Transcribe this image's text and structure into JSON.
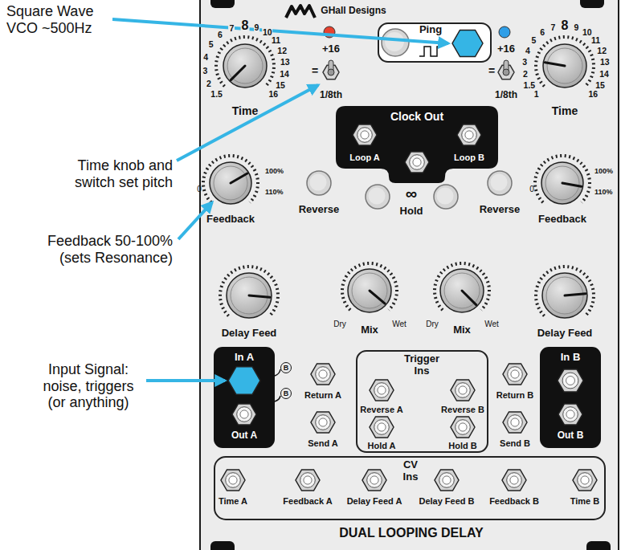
{
  "diagram": {
    "nodes": [
      {
        "text": [
          "Ping"
        ]
      },
      {
        "text": [
          "Clock Out",
          "Loop A",
          "Loop B"
        ]
      },
      {
        "text": [
          "In A",
          "Out A"
        ]
      },
      {
        "text": [
          "Trigger Ins",
          "Reverse A",
          "Reverse B",
          "Hold A",
          "Hold B"
        ]
      },
      {
        "text": [
          "In B",
          "Out B"
        ]
      },
      {
        "text": [
          "CV Ins",
          "Time A",
          "Feedback A",
          "Delay Feed A",
          "Delay Feed B",
          "Feedback B",
          "Time B"
        ]
      }
    ],
    "labels": [
      "Square Wave VCO ~500Hz",
      "Time knob and switch set pitch",
      "Feedback 50-100% (sets Resonance)",
      "Input Signal: noise, triggers (or anything)",
      "GHall Designs",
      "+16",
      "=",
      "1/8th",
      "Time",
      "1.5",
      "2",
      "3",
      "4",
      "5",
      "6",
      "7",
      "8",
      "9",
      "10",
      "11",
      "12",
      "13",
      "14",
      "15",
      "16",
      "+16",
      "=",
      "1/8th",
      "Time",
      "1",
      "1.5",
      "2",
      "3",
      "4",
      "5",
      "6",
      "7",
      "8",
      "9",
      "10",
      "11",
      "12",
      "13",
      "14",
      "15",
      "16",
      "Feedback",
      "0",
      "100%",
      "110%",
      "Reverse",
      "∞",
      "Hold",
      "Reverse",
      "Feedback",
      "0",
      "100%",
      "110%",
      "Delay Feed",
      "Dry",
      "Mix",
      "Wet",
      "Dry",
      "Mix",
      "Wet",
      "Delay Feed",
      "B",
      "B",
      "Return A",
      "Send A",
      "Return B",
      "Send B",
      "DUAL LOOPING DELAY"
    ]
  }
}
